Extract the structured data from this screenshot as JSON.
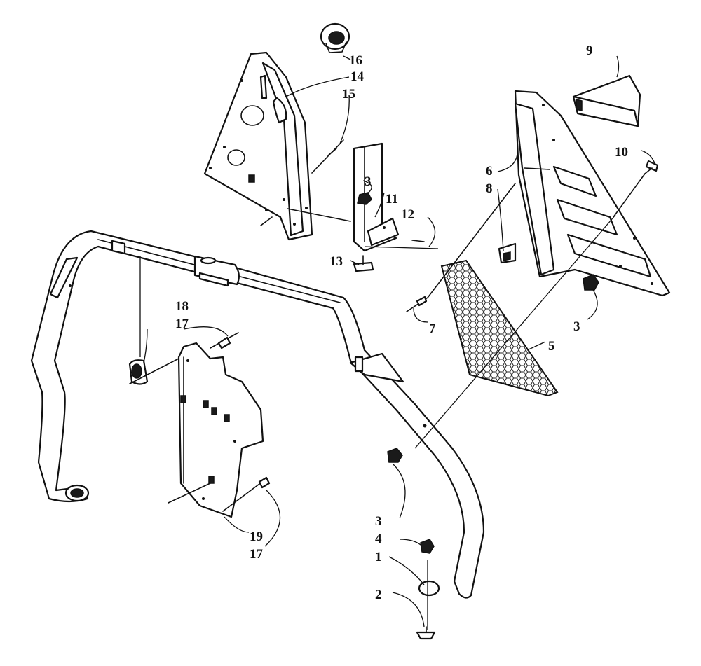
{
  "callouts": [
    {
      "id": "c16",
      "text": "16"
    },
    {
      "id": "c14",
      "text": "14"
    },
    {
      "id": "c15",
      "text": "15"
    },
    {
      "id": "c9",
      "text": "9"
    },
    {
      "id": "c10",
      "text": "10"
    },
    {
      "id": "c6",
      "text": "6"
    },
    {
      "id": "c8",
      "text": "8"
    },
    {
      "id": "c3a",
      "text": "3"
    },
    {
      "id": "c11",
      "text": "11"
    },
    {
      "id": "c12",
      "text": "12"
    },
    {
      "id": "c13",
      "text": "13"
    },
    {
      "id": "c7",
      "text": "7"
    },
    {
      "id": "c3b",
      "text": "3"
    },
    {
      "id": "c5",
      "text": "5"
    },
    {
      "id": "c18",
      "text": "18"
    },
    {
      "id": "c17a",
      "text": "17"
    },
    {
      "id": "c3c",
      "text": "3"
    },
    {
      "id": "c4",
      "text": "4"
    },
    {
      "id": "c1",
      "text": "1"
    },
    {
      "id": "c2",
      "text": "2"
    },
    {
      "id": "c19",
      "text": "19"
    },
    {
      "id": "c17b",
      "text": "17"
    }
  ]
}
